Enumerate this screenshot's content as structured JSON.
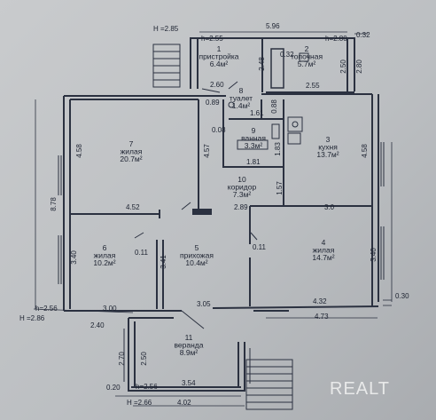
{
  "rooms": [
    {
      "n": "1",
      "name": "пристройка",
      "area": "6.4м²"
    },
    {
      "n": "2",
      "name": "топочная",
      "area": "5.7м²"
    },
    {
      "n": "8",
      "name": "туалет",
      "area": "1.4м²"
    },
    {
      "n": "9",
      "name": "ванная",
      "area": "3.3м²"
    },
    {
      "n": "7",
      "name": "жилая",
      "area": "20.7м²"
    },
    {
      "n": "3",
      "name": "кухня",
      "area": "13.7м²"
    },
    {
      "n": "10",
      "name": "коридор",
      "area": "7.3м²"
    },
    {
      "n": "6",
      "name": "жилая",
      "area": "10.2м²"
    },
    {
      "n": "5",
      "name": "прихожая",
      "area": "10.4м²"
    },
    {
      "n": "4",
      "name": "жилая",
      "area": "14.7м²"
    },
    {
      "n": "11",
      "name": "веранда",
      "area": "8.9м²"
    }
  ],
  "dims": [
    "H =2.85",
    "5.96",
    "h=2.55",
    "h=2.80",
    "0.32",
    "2.48",
    "0.32",
    "2.50",
    "2.80",
    "2.60",
    "2.55",
    "0.89",
    "1.61",
    "0.88",
    "0.08",
    "4.58",
    "4.57",
    "1.81",
    "1.83",
    "4.58",
    "8.78",
    "1.57",
    "4.52",
    "2.89",
    "3.0",
    "3.40",
    "0.11",
    "3.41",
    "0.11",
    "3.40",
    "0.30",
    "h=2.56",
    "3.00",
    "3.05",
    "4.32",
    "H =2.86",
    "2.40",
    "4.73",
    "2.70",
    "2.50",
    "0.20",
    "h=2.56",
    "3.54",
    "H =2.66",
    "4.02"
  ],
  "watermark": "REALT"
}
